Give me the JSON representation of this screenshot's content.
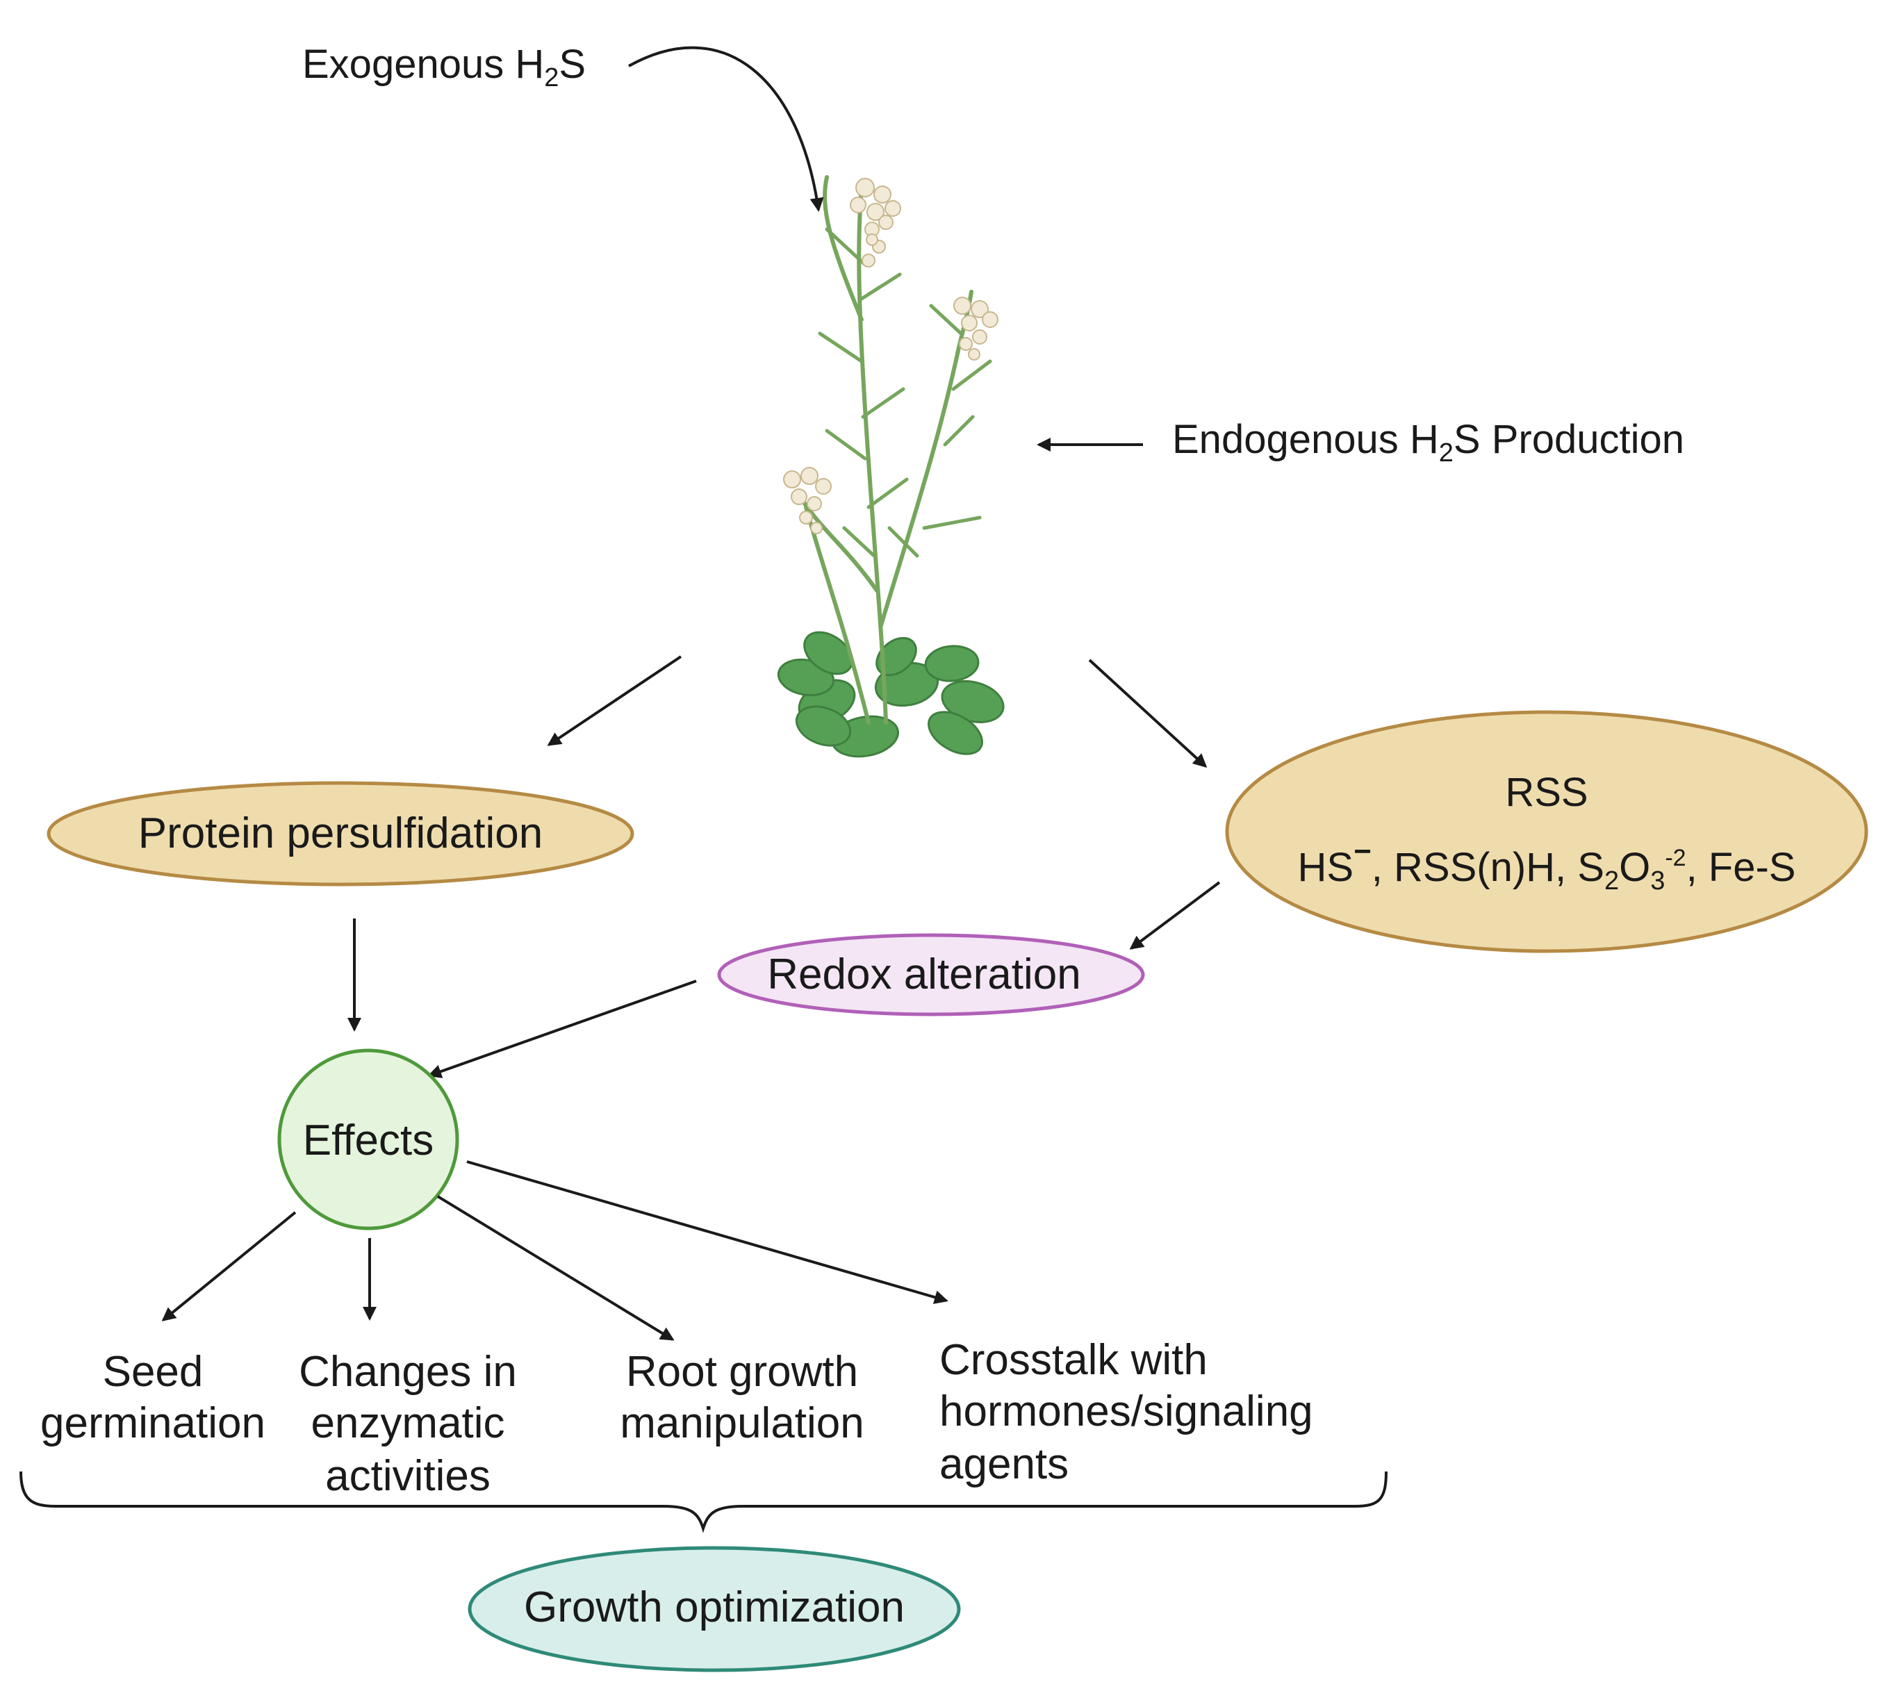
{
  "exogenous": {
    "prefix": "Exogenous H",
    "sub": "2",
    "suffix": "S"
  },
  "endogenous": {
    "prefix": "Endogenous H",
    "sub": "2",
    "suffix": "S Production"
  },
  "protein": "Protein persulfidation",
  "rss": {
    "title": "RSS",
    "hs": "HS",
    "hs_charge": "−",
    "rssnh": ", RSS(n)H, S",
    "s2_sub": "2",
    "o": "O",
    "o3_sub": "3",
    "o3_sup": "-2",
    "fes": ", Fe-S"
  },
  "redox": "Redox alteration",
  "effects": "Effects",
  "outcomes": {
    "seed": [
      "Seed",
      "germination"
    ],
    "enzymatic": [
      "Changes in",
      "enzymatic",
      "activities"
    ],
    "root": [
      "Root growth",
      "manipulation"
    ],
    "crosstalk": [
      "Crosstalk with",
      "hormones/signaling",
      "agents"
    ]
  },
  "growth": "Growth optimization",
  "colors": {
    "tan_fill": "#efdcad",
    "tan_stroke": "#b58a44",
    "purple_fill": "#f4e6f5",
    "purple_stroke": "#b160b8",
    "green_fill": "#e5f4dc",
    "green_stroke": "#4e9a3a",
    "teal_fill": "#d8eeea",
    "teal_stroke": "#2f8a78",
    "stem": "#76a65c",
    "leaf": "#56a056",
    "flower": "#f2ead7"
  }
}
